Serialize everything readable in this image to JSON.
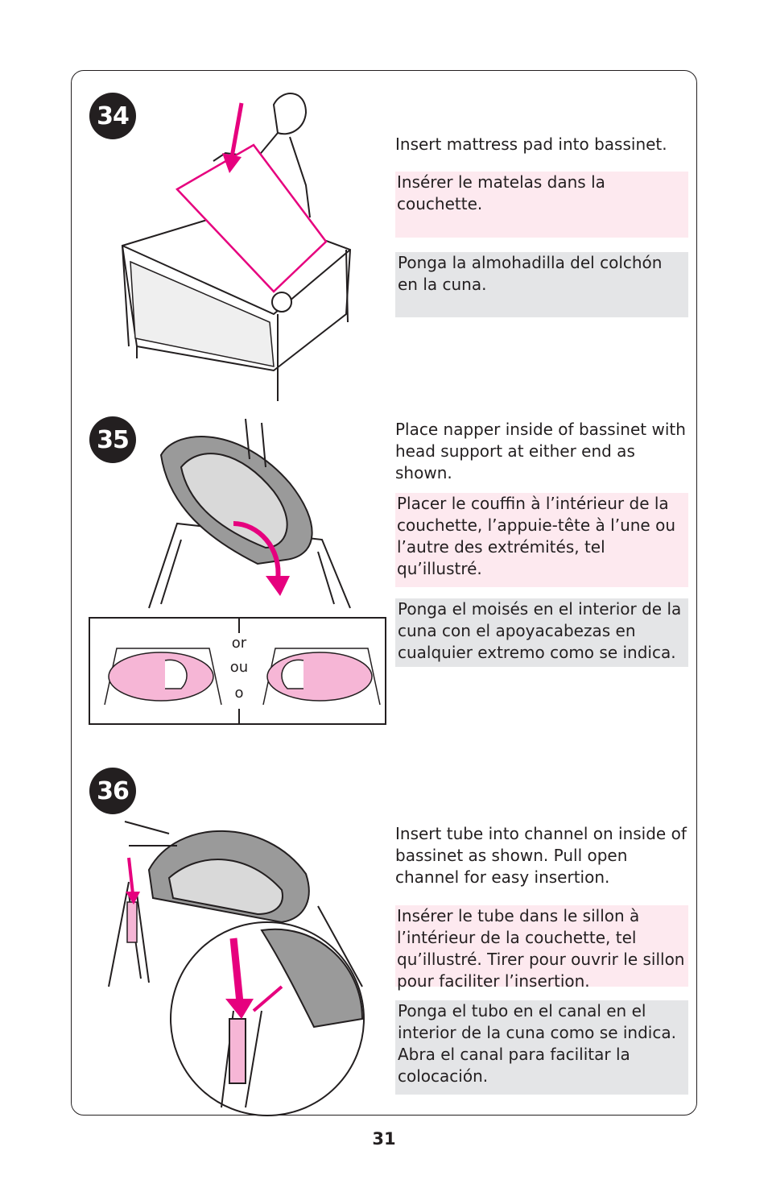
{
  "steps": [
    {
      "number": "34",
      "en": "Insert mattress pad into bassinet.",
      "fr": "Insérer le matelas dans la couchette.",
      "es": "Ponga la almohadilla del colchón en la cuna."
    },
    {
      "number": "35",
      "en": "Place napper inside of bassinet with head support at either end as shown.",
      "fr": "Placer le couffin à l’intérieur de la couchette, l’appuie-tête à l’une ou l’autre des extrémités, tel qu’illustré.",
      "es": "Ponga el moisés en el interior de la cuna con el apoyacabezas en cualquier extremo como se indica.",
      "options": [
        "or",
        "ou",
        "o"
      ]
    },
    {
      "number": "36",
      "en": "Insert tube into channel on inside of bassinet as shown. Pull open channel for easy insertion.",
      "fr": "Insérer le tube dans le sillon à l’intérieur de la couchette, tel qu’illustré. Tirer pour ouvrir le sillon pour faciliter l’insertion.",
      "es": "Ponga el tubo en el canal en el interior de la cuna como se indica. Abra el canal para facilitar la colocación."
    }
  ],
  "page_number": "31",
  "colors": {
    "accent": "#e6007e",
    "pink_fill": "#f6b6d6",
    "french_bg": "#fde9ef",
    "spanish_bg": "#e4e5e7"
  }
}
